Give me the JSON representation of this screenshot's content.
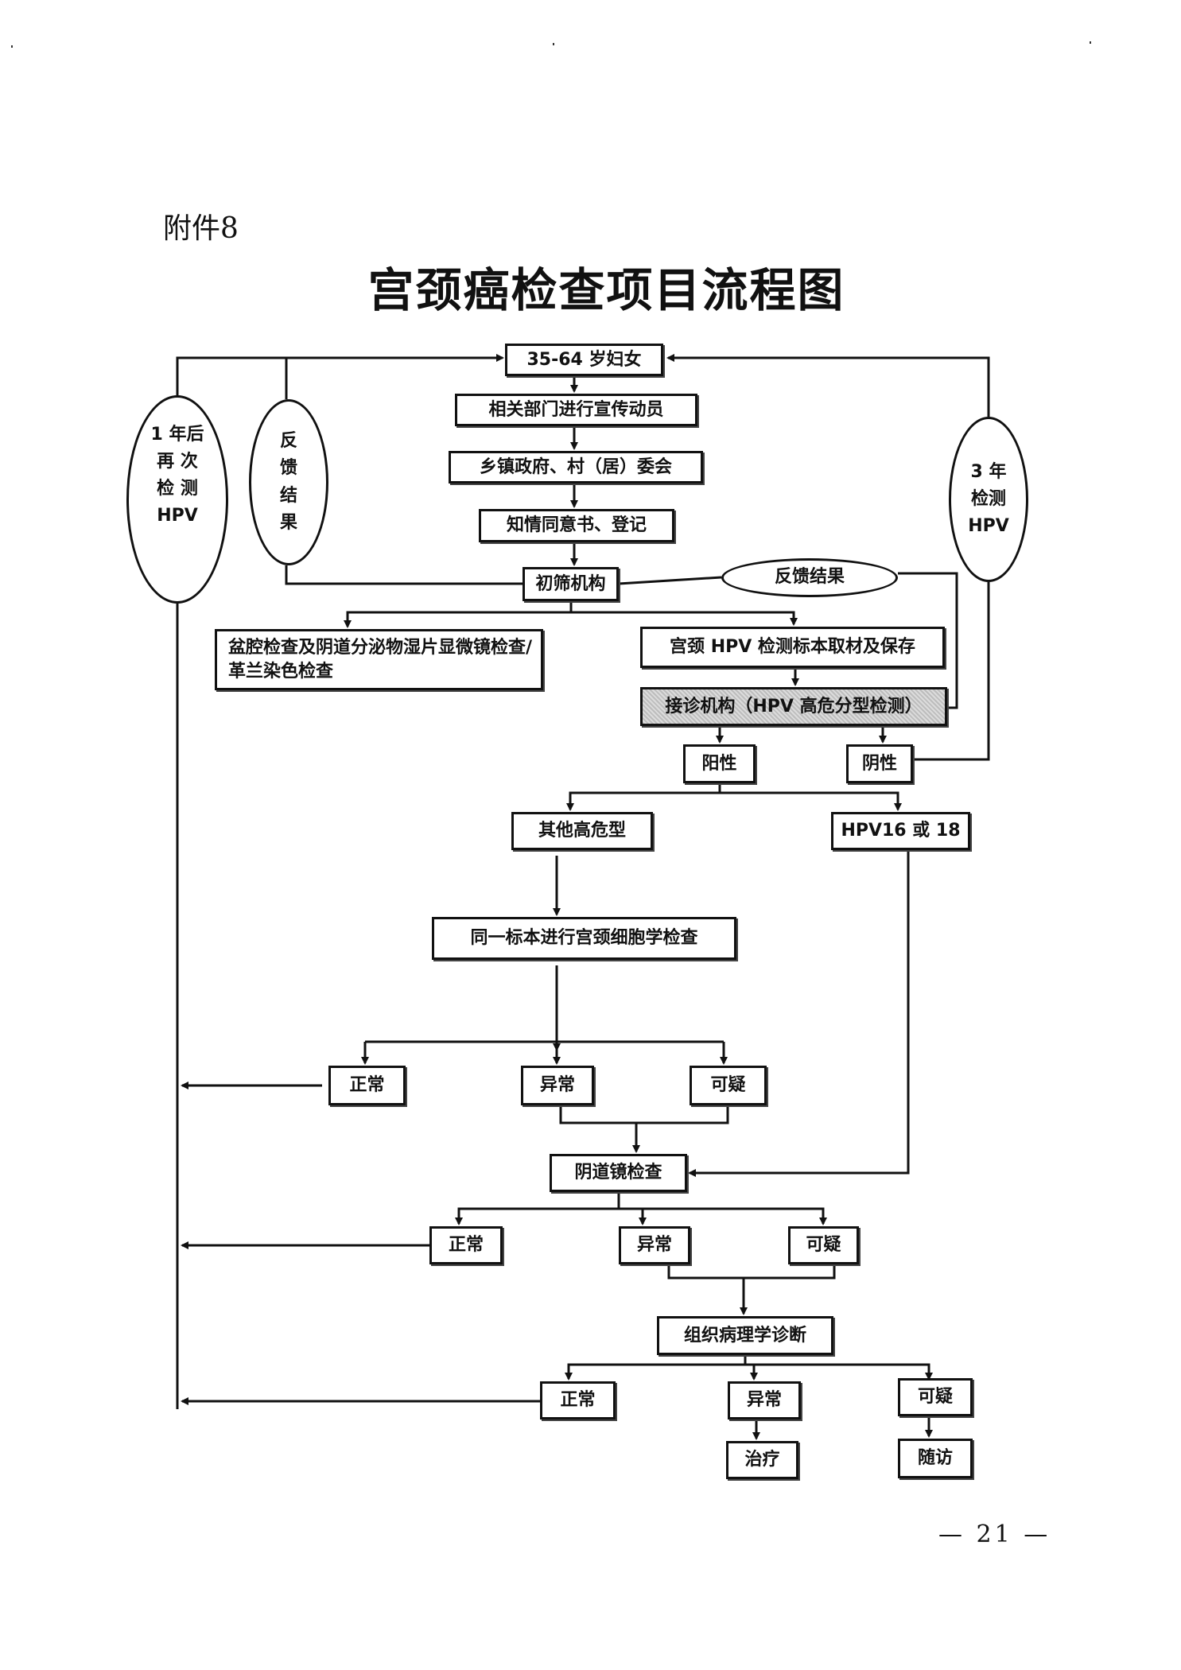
{
  "attachment_label": "附件8",
  "title": "宫颈癌检查项目流程图",
  "page_number": "— 21 —",
  "flow": {
    "start": "35-64 岁妇女",
    "mobilize": "相关部门进行宣传动员",
    "township": "乡镇政府、村（居）委会",
    "consent": "知情同意书、登记",
    "screening_org": "初筛机构",
    "feedback_oval": "反馈结果",
    "pelvic_exam": "盆腔检查及阴道分泌物湿片显微镜检查/革兰染色检查",
    "hpv_sampling": "宫颈 HPV 检测标本取材及保存",
    "receiving_org": "接诊机构（HPV 高危分型检测）",
    "positive": "阳性",
    "negative": "阴性",
    "other_high_risk": "其他高危型",
    "hpv16_18": "HPV16 或 18",
    "cytology": "同一标本进行宫颈细胞学检查",
    "cytology_results": {
      "normal": "正常",
      "abnormal": "异常",
      "suspicious": "可疑"
    },
    "colposcopy": "阴道镜检查",
    "colposcopy_results": {
      "normal": "正常",
      "abnormal": "异常",
      "suspicious": "可疑"
    },
    "histopathology": "组织病理学诊断",
    "histo_results": {
      "normal": "正常",
      "abnormal": "异常",
      "suspicious": "可疑"
    },
    "treatment": "治疗",
    "follow_up": "随访"
  },
  "side_ovals": {
    "retest_1yr": "1 年后\n再 次\n检 测\nHPV",
    "feedback_vertical": "反\n馈\n结\n果",
    "test_3yr": "3 年\n检测\nHPV"
  }
}
